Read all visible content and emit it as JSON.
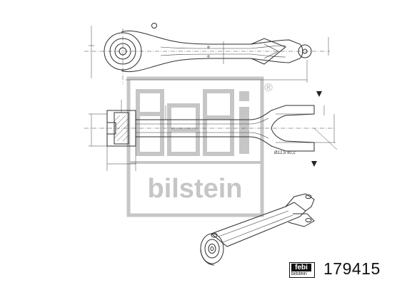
{
  "watermark": {
    "brand_top": "febi",
    "brand_bottom": "bilstein",
    "registered_mark": "®"
  },
  "diagram": {
    "diameter_label": "Ø12,5",
    "diameter_tolerance": "±0,2"
  },
  "footer": {
    "logo_top": "febi",
    "logo_bottom": "bilstein",
    "part_number": "179415"
  }
}
